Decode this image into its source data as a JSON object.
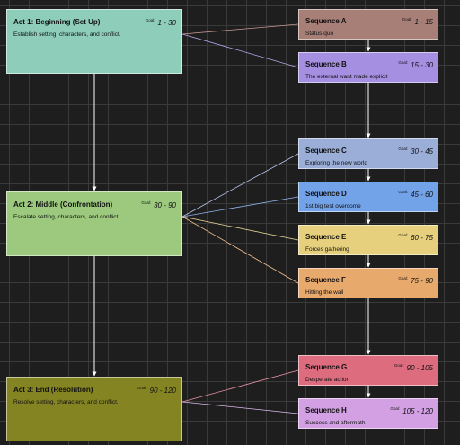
{
  "acts": [
    {
      "key": "act1",
      "title": "Act 1: Beginning (Set Up)",
      "goal_label": "Goal:",
      "goal": "1 - 30",
      "description": "Establish setting, characters, and conflict.",
      "color": "#8ecdb9"
    },
    {
      "key": "act2",
      "title": "Act 2: Middle (Confrontation)",
      "goal_label": "Goal:",
      "goal": "30 - 90",
      "description": "Escalate setting, characters, and conflict.",
      "color": "#9cc97d"
    },
    {
      "key": "act3",
      "title": "Act 3: End (Resolution)",
      "goal_label": "Goal:",
      "goal": "90 - 120",
      "description": "Resolve setting, characters, and conflict.",
      "color": "#858423"
    }
  ],
  "sequences": [
    {
      "key": "seqA",
      "title": "Sequence A",
      "goal_label": "Goal:",
      "goal": "1 - 15",
      "description": "Status quo",
      "color": "#a77f77"
    },
    {
      "key": "seqB",
      "title": "Sequence B",
      "goal_label": "Goal:",
      "goal": "15 - 30",
      "description": "The external want made explicit",
      "color": "#a48fe1"
    },
    {
      "key": "seqC",
      "title": "Sequence C",
      "goal_label": "Goal:",
      "goal": "30 - 45",
      "description": "Exploring the new world",
      "color": "#9aaed8"
    },
    {
      "key": "seqD",
      "title": "Sequence D",
      "goal_label": "Goal:",
      "goal": "45 - 60",
      "description": "1st big test overcome",
      "color": "#72a2e8"
    },
    {
      "key": "seqE",
      "title": "Sequence E",
      "goal_label": "Goal:",
      "goal": "60 - 75",
      "description": "Forces gathering",
      "color": "#e7d07d"
    },
    {
      "key": "seqF",
      "title": "Sequence F",
      "goal_label": "Goal:",
      "goal": "75 - 90",
      "description": "Hitting the wall",
      "color": "#e8a96c"
    },
    {
      "key": "seqG",
      "title": "Sequence G",
      "goal_label": "Goal:",
      "goal": "90 - 105",
      "description": "Desperate action",
      "color": "#dd6c7f"
    },
    {
      "key": "seqH",
      "title": "Sequence H",
      "goal_label": "Goal:",
      "goal": "105 - 120",
      "description": "Success and aftermath",
      "color": "#d2a0e3"
    }
  ],
  "arrows": [
    {
      "from": "act1",
      "to": "act2"
    },
    {
      "from": "act2",
      "to": "act3"
    },
    {
      "from": "seqA",
      "to": "seqB"
    },
    {
      "from": "seqB",
      "to": "seqC"
    },
    {
      "from": "seqC",
      "to": "seqD"
    },
    {
      "from": "seqD",
      "to": "seqE"
    },
    {
      "from": "seqE",
      "to": "seqF"
    },
    {
      "from": "seqF",
      "to": "seqG"
    },
    {
      "from": "seqG",
      "to": "seqH"
    }
  ],
  "links": [
    {
      "from": "act1",
      "to": "seqA",
      "color": "#c99a92"
    },
    {
      "from": "act1",
      "to": "seqB",
      "color": "#b9a7ee"
    },
    {
      "from": "act2",
      "to": "seqC",
      "color": "#b8c8ea"
    },
    {
      "from": "act2",
      "to": "seqD",
      "color": "#8fb6ee"
    },
    {
      "from": "act2",
      "to": "seqE",
      "color": "#efdc9a"
    },
    {
      "from": "act2",
      "to": "seqF",
      "color": "#efbf8e"
    },
    {
      "from": "act3",
      "to": "seqG",
      "color": "#e995a4"
    },
    {
      "from": "act3",
      "to": "seqH",
      "color": "#ddb9ea"
    }
  ]
}
